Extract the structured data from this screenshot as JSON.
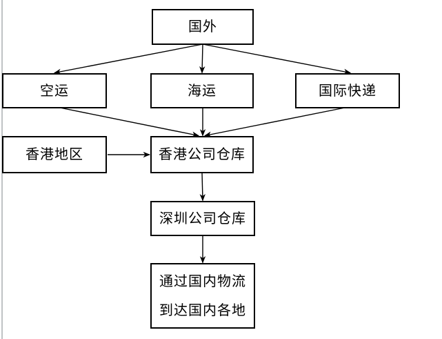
{
  "diagram": {
    "nodes": {
      "overseas": {
        "label": "国外"
      },
      "air_freight": {
        "label": "空运"
      },
      "sea_freight": {
        "label": "海运"
      },
      "intl_express": {
        "label": "国际快递"
      },
      "hongkong_area": {
        "label": "香港地区"
      },
      "hk_warehouse": {
        "label": "香港公司仓库"
      },
      "sz_warehouse": {
        "label": "深圳公司仓库"
      },
      "domestic_delivery": {
        "label_line1": "通过国内物流",
        "label_line2": "到达国内各地"
      }
    },
    "edges": [
      {
        "from": "overseas",
        "to": "air_freight",
        "dir": "down"
      },
      {
        "from": "overseas",
        "to": "sea_freight",
        "dir": "down"
      },
      {
        "from": "overseas",
        "to": "intl_express",
        "dir": "down"
      },
      {
        "from": "air_freight",
        "to": "hk_warehouse",
        "dir": "down"
      },
      {
        "from": "sea_freight",
        "to": "hk_warehouse",
        "dir": "down"
      },
      {
        "from": "intl_express",
        "to": "hk_warehouse",
        "dir": "down"
      },
      {
        "from": "hongkong_area",
        "to": "hk_warehouse",
        "dir": "right"
      },
      {
        "from": "hk_warehouse",
        "to": "sz_warehouse",
        "dir": "down"
      },
      {
        "from": "sz_warehouse",
        "to": "domestic_delivery",
        "dir": "down"
      }
    ],
    "colors": {
      "line": "#000000",
      "box_border": "#000000",
      "box_fill": "#ffffff",
      "background": "#ffffff",
      "page_edge": "#bfc2c4"
    }
  }
}
